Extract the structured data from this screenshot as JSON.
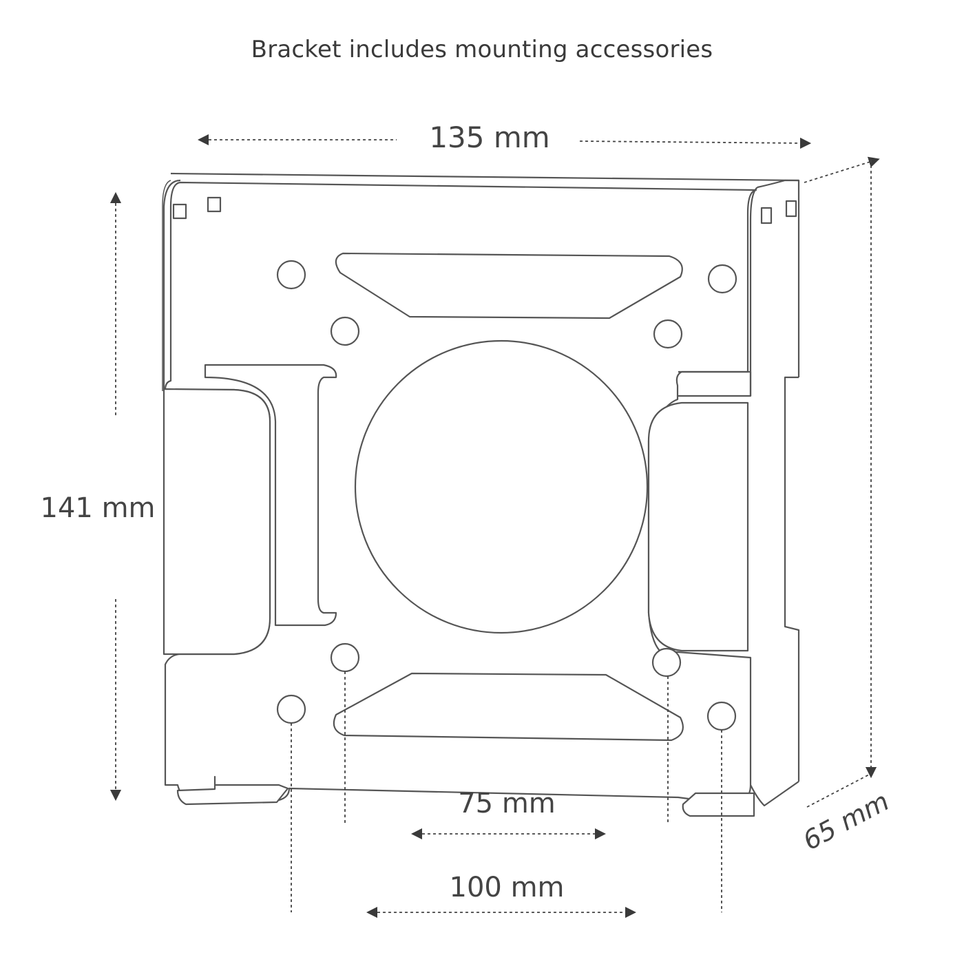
{
  "caption": "Bracket includes mounting accessories",
  "dimensions": {
    "width": "135 mm",
    "height": "141 mm",
    "depth": "65 mm",
    "vesa_small": "75 mm",
    "vesa_large": "100 mm"
  },
  "colors": {
    "outline": "#555555",
    "dim_line": "#444444",
    "fill": "#ffffff"
  }
}
